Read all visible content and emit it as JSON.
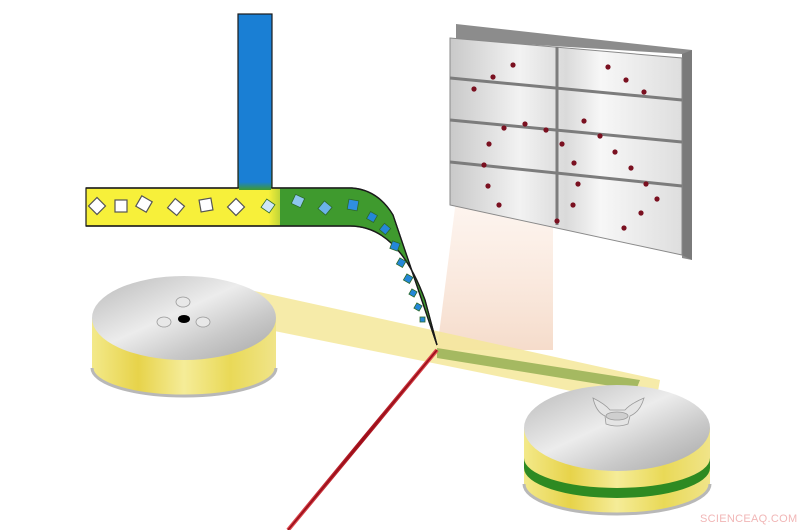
{
  "figure": {
    "description": "Schematic of a microfluidic droplet/cell flow chip: particles in a yellow stream merge with a blue stream, flow through a tapered green channel onto a tape spooling between two reels, probed by a red laser beam with diffraction pattern shown on a detector screen.",
    "components": [
      {
        "name": "blue-inlet-channel",
        "color": "#1a7fd4"
      },
      {
        "name": "yellow-particle-channel",
        "color": "#f7f03a"
      },
      {
        "name": "mixed-green-channel",
        "color": "#3f9a2e"
      },
      {
        "name": "left-tape-reel",
        "note": "three-screw hub"
      },
      {
        "name": "right-tape-reel",
        "note": "wing-nut hub, green stripe on tape"
      },
      {
        "name": "tape-strip",
        "color": "#f4e79a"
      },
      {
        "name": "laser-beam",
        "color": "#b3141f"
      },
      {
        "name": "detector-screen",
        "grid": "2 columns x 4 rows",
        "spot_color": "#7a1020"
      }
    ],
    "particles": {
      "yellow_stream_count": 6,
      "green_stream_count": 12
    },
    "detector_spots": 30
  },
  "watermark": "SCIENCEAQ.COM"
}
